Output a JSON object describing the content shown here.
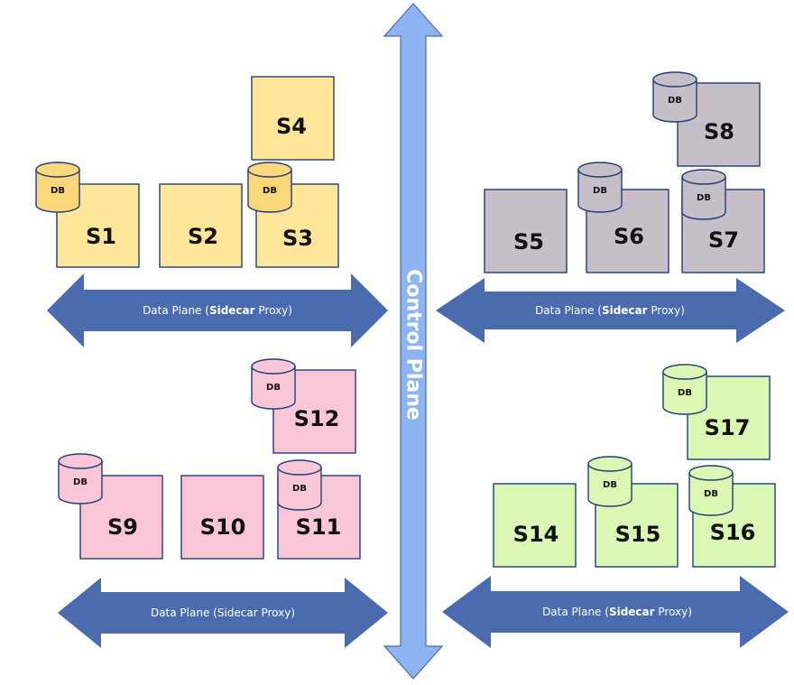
{
  "control_plane": {
    "label": "Control Plane"
  },
  "data_planes": [
    {
      "prefix": "Data Plane (",
      "emphasis": "Sidecar",
      "suffix": " Proxy)",
      "emphasized": true
    },
    {
      "prefix": "Data Plane (",
      "emphasis": "Sidecar",
      "suffix": " Proxy)",
      "emphasized": true
    },
    {
      "prefix": "Data Plane (",
      "emphasis": "Sidecar",
      "suffix": " Proxy)",
      "emphasized": false
    },
    {
      "prefix": "Data Plane (",
      "emphasis": "Sidecar",
      "suffix": " Proxy)",
      "emphasized": true
    }
  ],
  "db_label": "DB",
  "colors": {
    "yellow_fill": "#FDE59A",
    "yellow_stroke": "#1F3D7A",
    "yellow_db": "#FCD77A",
    "gray_fill": "#C6BFC8",
    "gray_stroke": "#1F3D7A",
    "gray_db": "#C6BFC8",
    "pink_fill": "#F8C6D6",
    "pink_stroke": "#1F3D7A",
    "pink_db": "#F8C6D6",
    "green_fill": "#DBF7B4",
    "green_stroke": "#1F3D7A",
    "green_db": "#DBF7B4",
    "data_plane_arrow": "#4A6BAE",
    "control_plane_arrow": "#8DB3F0"
  },
  "clusters": [
    {
      "color": "yellow",
      "services": [
        {
          "label": "S1",
          "has_db": true
        },
        {
          "label": "S2",
          "has_db": false
        },
        {
          "label": "S3",
          "has_db": true
        },
        {
          "label": "S4",
          "has_db": false
        }
      ]
    },
    {
      "color": "gray",
      "services": [
        {
          "label": "S5",
          "has_db": false
        },
        {
          "label": "S6",
          "has_db": true
        },
        {
          "label": "S7",
          "has_db": true
        },
        {
          "label": "S8",
          "has_db": true
        }
      ]
    },
    {
      "color": "pink",
      "services": [
        {
          "label": "S9",
          "has_db": true
        },
        {
          "label": "S10",
          "has_db": false
        },
        {
          "label": "S11",
          "has_db": true
        },
        {
          "label": "S12",
          "has_db": true
        }
      ]
    },
    {
      "color": "green",
      "services": [
        {
          "label": "S14",
          "has_db": false
        },
        {
          "label": "S15",
          "has_db": true
        },
        {
          "label": "S16",
          "has_db": true
        },
        {
          "label": "S17",
          "has_db": true
        }
      ]
    }
  ]
}
